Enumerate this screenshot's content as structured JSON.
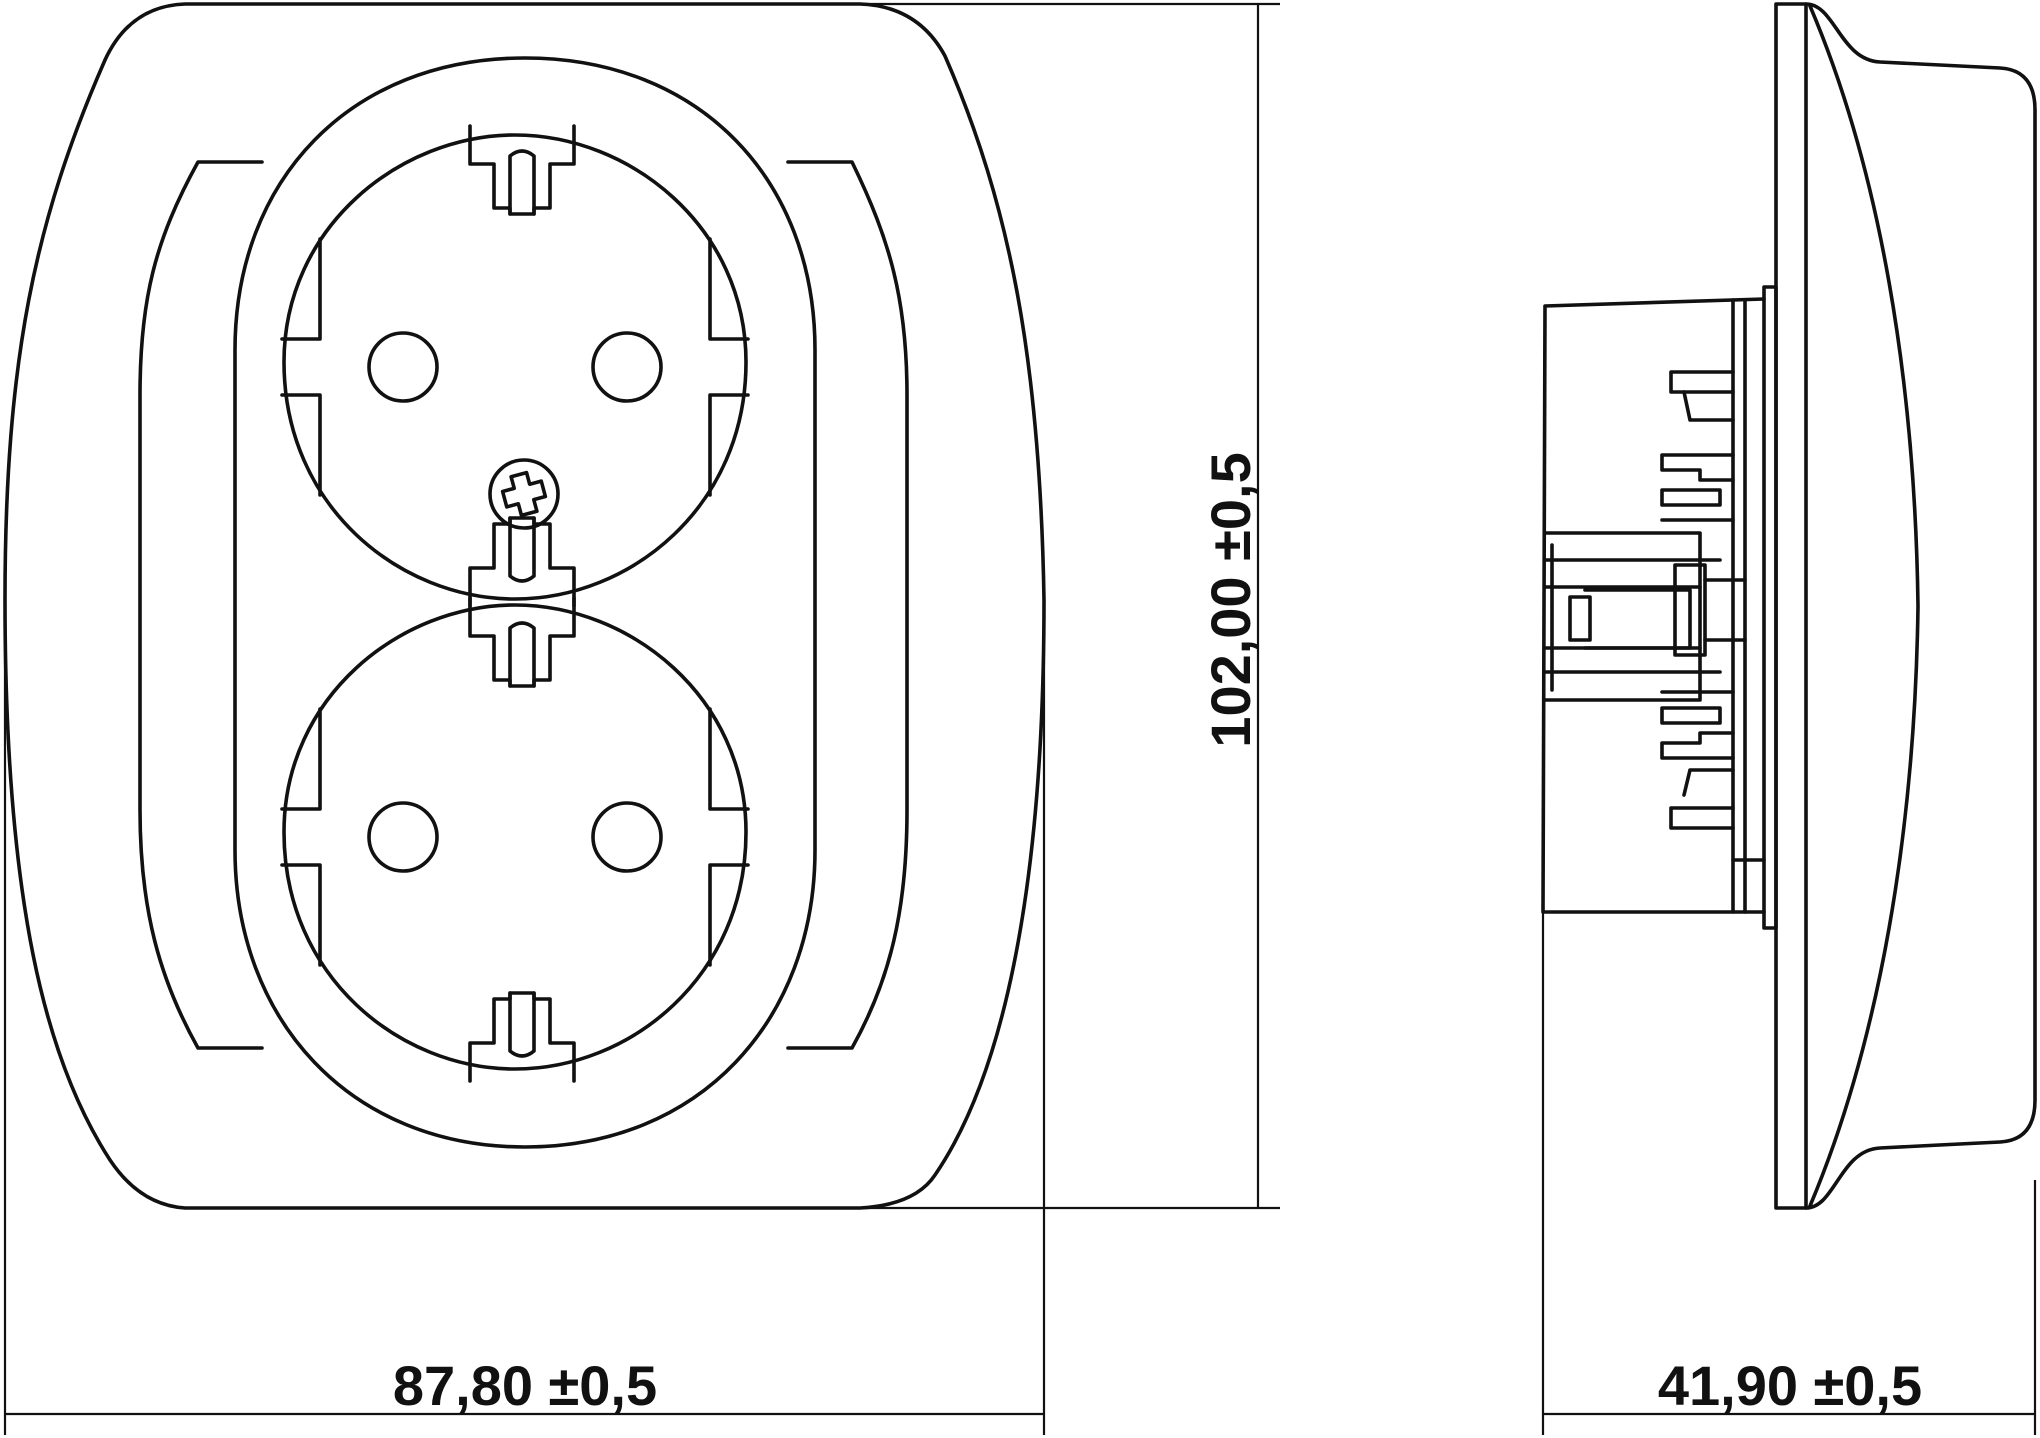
{
  "dimensions": {
    "width_label": "87,80 ±0,5",
    "height_label": "102,00 ±0,5",
    "depth_label": "41,90 ±0,5"
  },
  "colors": {
    "line": "#111111",
    "background": "#ffffff"
  }
}
